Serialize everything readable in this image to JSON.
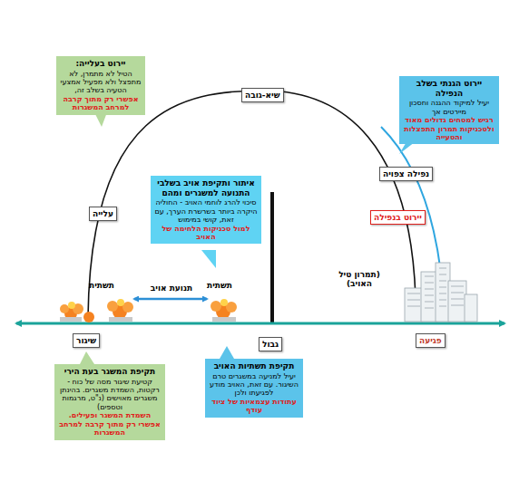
{
  "diagram": {
    "nodes": [
      {
        "text": [
          "יירוט בעלייה:",
          "הטיל לא מתמרן, לא מתפצל ולא מפעיל אמצעי הטעיה בשלב זה,",
          "אפשרי רק מתוך קרבה למרחב המשגרות"
        ]
      },
      {
        "text": [
          "שיא-גובה"
        ]
      },
      {
        "text": [
          "יירוט הגנתי בשלב הנפילה",
          "יעיל למיקוד ההגנה וחסכון מיירטים אך",
          "רגיש למטחים גדולים מאוד ולטכניקות תמרון התפצלות והטעייה"
        ]
      },
      {
        "text": [
          "עלייה"
        ]
      },
      {
        "text": [
          "איתור ותקיפת אויב בשלבי התנועה למשגרים ומהם",
          "סיכוי להרג לוחמי האויב - החוליה היקרה ביותר בשרשרת הערך, עם זאת, קושי במימוש",
          "למול טכניקות הלחימה של האויב"
        ]
      },
      {
        "text": [
          "נפילה צפויה"
        ]
      },
      {
        "text": [
          "יירוט בנפילה"
        ]
      },
      {
        "text": [
          "שיגור"
        ]
      },
      {
        "text": [
          "גבול"
        ]
      },
      {
        "text": [
          "פגיעה"
        ]
      },
      {
        "text": [
          "תקיפת תשתיות האויב",
          "יעיל למניעה במשגרים טרם השיגור. עם זאת, האויב מודע לפגיעתו ולכן",
          "עתודות עצמאיות של ציוד עודף"
        ]
      },
      {
        "text": [
          "תקיפת המשגר בעת הירי",
          "קטיעת שיגור מסה של כוח - רקטות, השמדת משגרים. בהינתן משגרים מאוישים (נ\"ט, מרגמות וטספים)",
          "השמדת המשגר ופעילים.",
          "אפשרי רק מתוך קרבה למרחב המשגרות"
        ]
      }
    ],
    "labels": [
      "תשתית",
      "תנועת אויב",
      "תשתית",
      "(תמרון טיל האויב)"
    ]
  }
}
